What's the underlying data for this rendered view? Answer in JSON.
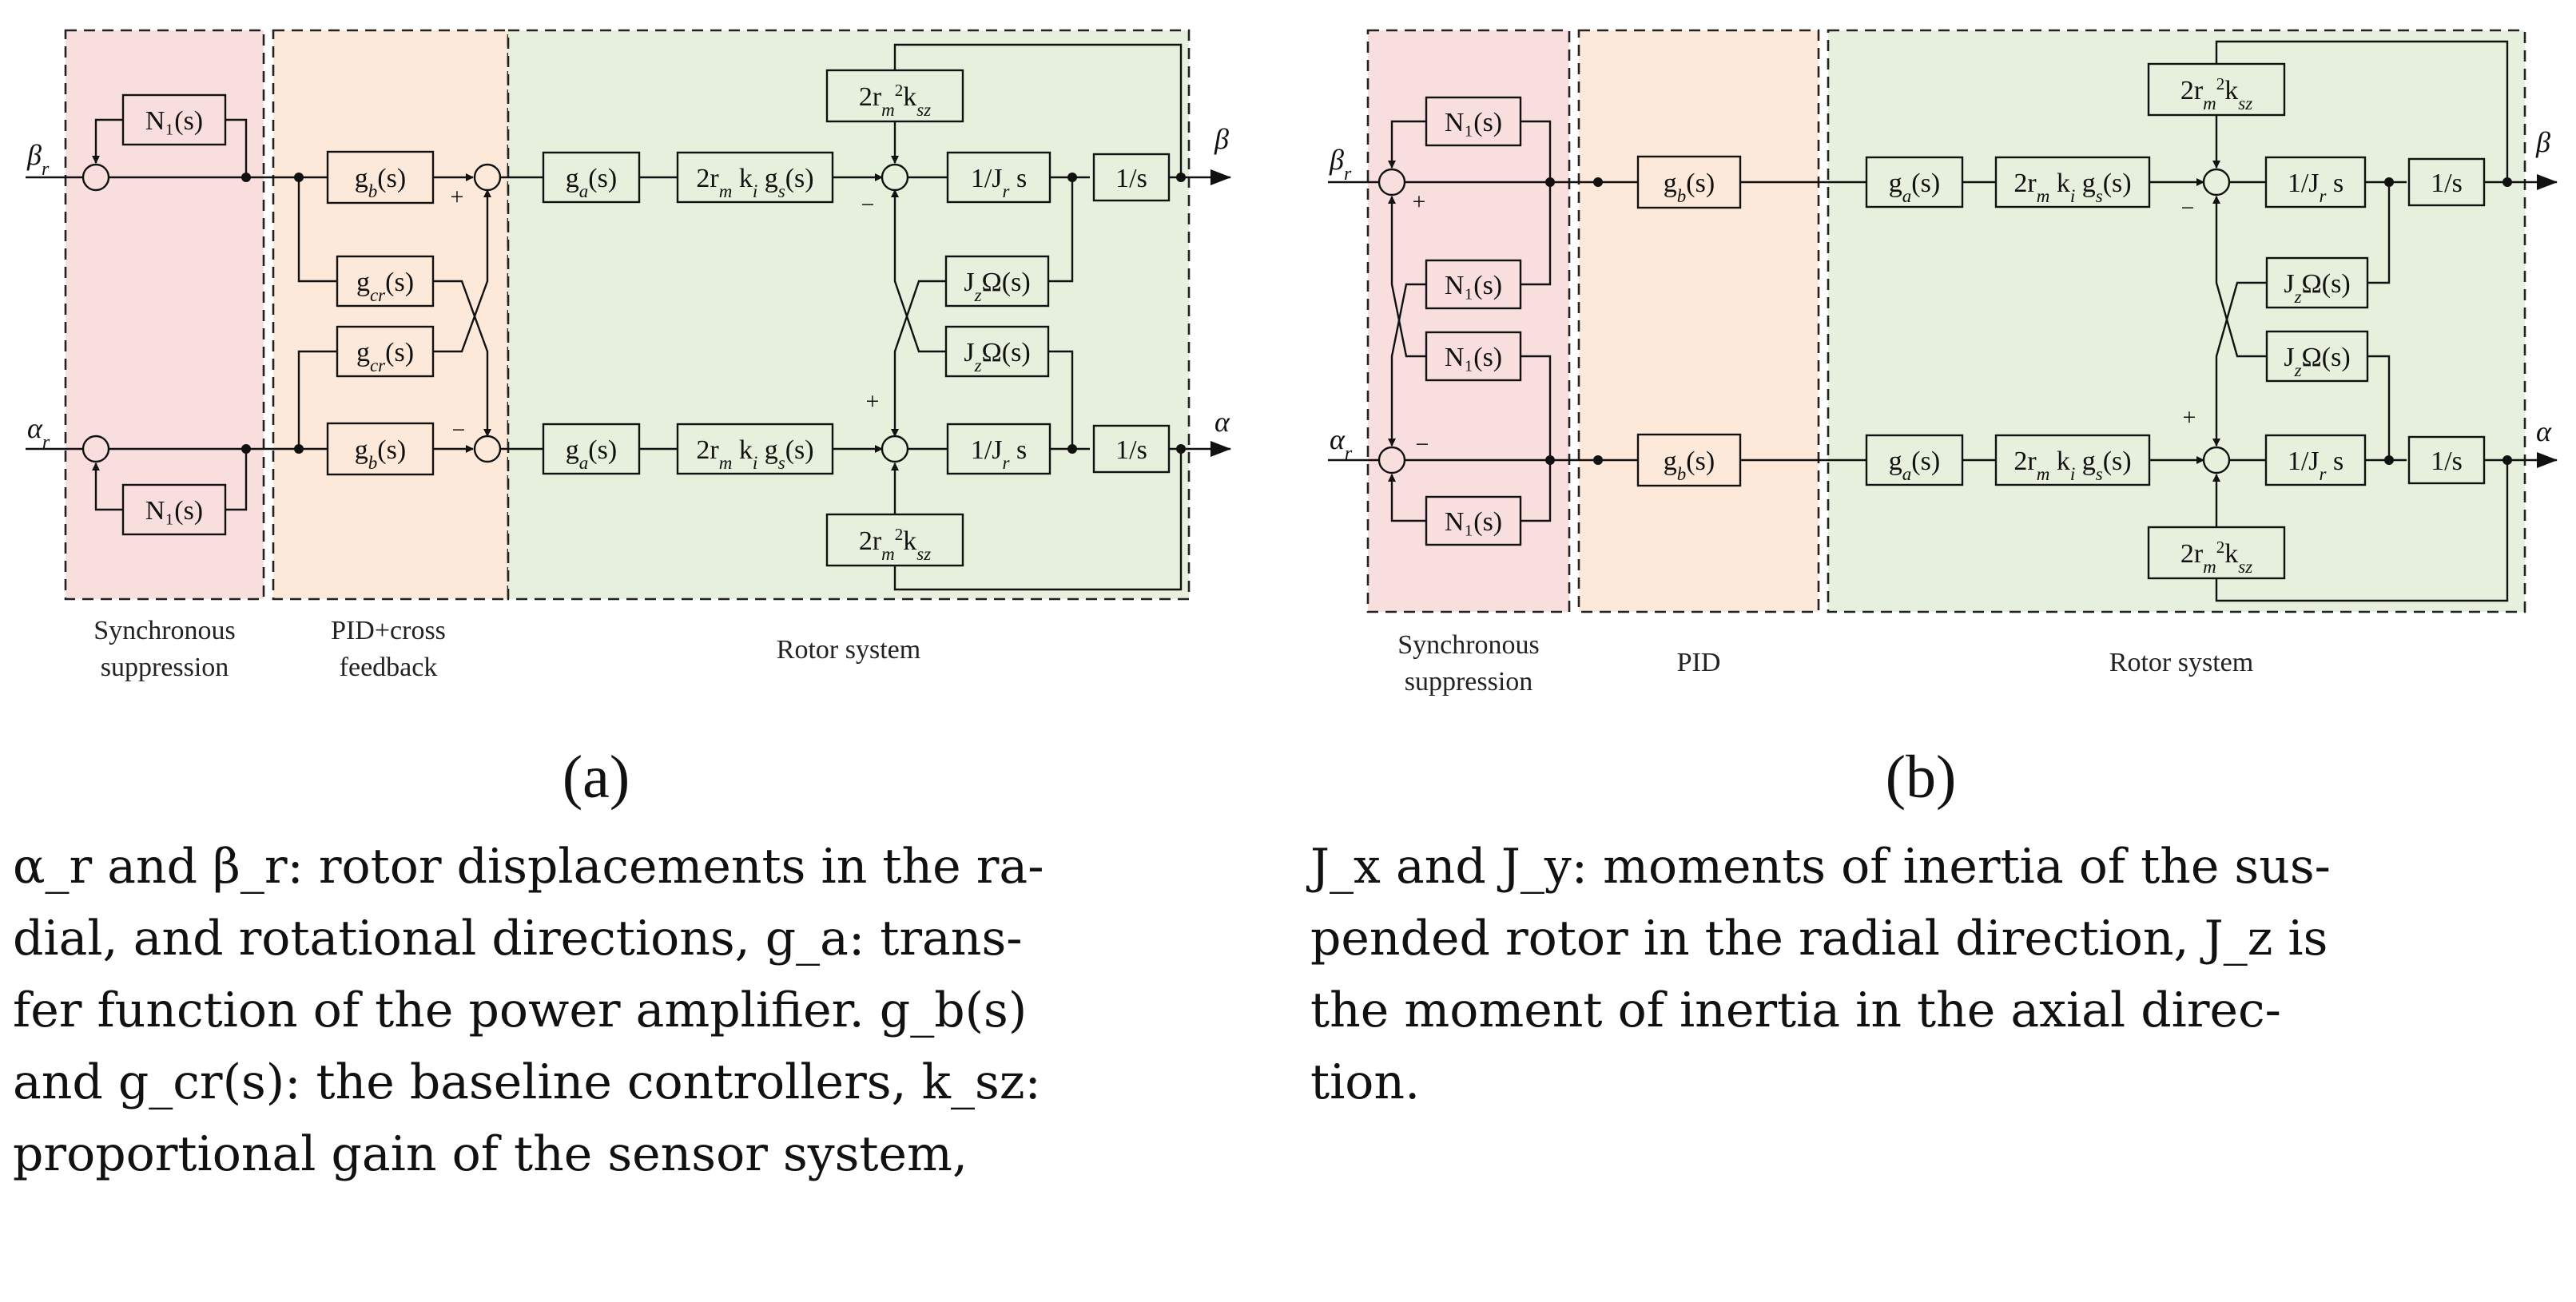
{
  "blocks": {
    "N1": "N₁(s)",
    "gb": "g_b(s)",
    "gcr": "g_cr(s)",
    "ga": "g_a(s)",
    "gain": "2r_m k_i g_s(s)",
    "inertia": "1/J_r s",
    "integrator": "1/s",
    "gyro": "J_zΩ(s)",
    "sensor": "2r_m²k_sz"
  },
  "signals": {
    "beta_in": "β_r",
    "alpha_in": "α_r",
    "beta_out": "β",
    "alpha_out": "α"
  },
  "signs": {
    "plus": "+",
    "minus": "−"
  },
  "panel_a": {
    "label": "(a)",
    "regions": [
      "Synchronous suppression",
      "PID+cross feedback",
      "Rotor system"
    ]
  },
  "panel_b": {
    "label": "(b)",
    "regions": [
      "Synchronous suppression",
      "PID",
      "Rotor system"
    ]
  },
  "region_colors": {
    "sync": "#f9dede",
    "pid": "#fde9d9",
    "rotor": "#e6f0dc"
  },
  "caption_left": {
    "l1": "α_r and β_r: rotor displacements in the ra-",
    "l2": "dial, and rotational directions, g_a: trans-",
    "l3": "fer function of the power amplifier. g_b(s)",
    "l4": "and g_cr(s): the baseline controllers, k_sz:",
    "l5": "proportional gain of the sensor system,"
  },
  "caption_right": {
    "l1": "J_x and J_y: moments of inertia of the sus-",
    "l2": "pended rotor in the radial direction, J_z is",
    "l3": "the moment of inertia in the axial direc-",
    "l4": "tion."
  }
}
